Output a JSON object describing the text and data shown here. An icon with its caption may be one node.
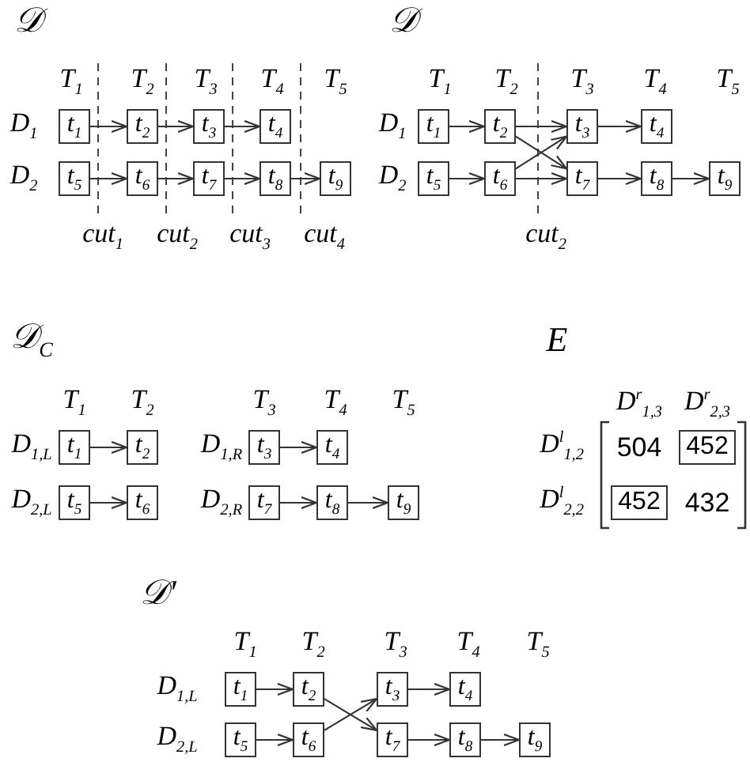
{
  "diagram": {
    "nodes": [
      {
        "text": [
          "t$_{1}$"
        ]
      },
      {
        "text": [
          "t$_{2}$"
        ]
      },
      {
        "text": [
          "t$_{3}$"
        ]
      },
      {
        "text": [
          "t$_{4}$"
        ]
      },
      {
        "text": [
          "t$_{5}$"
        ]
      },
      {
        "text": [
          "t$_{6}$"
        ]
      },
      {
        "text": [
          "t$_{7}$"
        ]
      },
      {
        "text": [
          "t$_{8}$"
        ]
      },
      {
        "text": [
          "t$_{9}$"
        ]
      },
      {
        "text": [
          "t$_{1}$"
        ]
      },
      {
        "text": [
          "t$_{2}$"
        ]
      },
      {
        "text": [
          "t$_{3}$"
        ]
      },
      {
        "text": [
          "t$_{4}$"
        ]
      },
      {
        "text": [
          "t$_{5}$"
        ]
      },
      {
        "text": [
          "t$_{6}$"
        ]
      },
      {
        "text": [
          "t$_{7}$"
        ]
      },
      {
        "text": [
          "t$_{8}$"
        ]
      },
      {
        "text": [
          "t$_{9}$"
        ]
      },
      {
        "text": [
          "t$_{1}$"
        ]
      },
      {
        "text": [
          "t$_{2}$"
        ]
      },
      {
        "text": [
          "t$_{3}$"
        ]
      },
      {
        "text": [
          "t$_{4}$"
        ]
      },
      {
        "text": [
          "t$_{5}$"
        ]
      },
      {
        "text": [
          "t$_{6}$"
        ]
      },
      {
        "text": [
          "t$_{7}$"
        ]
      },
      {
        "text": [
          "t$_{8}$"
        ]
      },
      {
        "text": [
          "t$_{9}$"
        ]
      },
      {
        "text": [
          "452"
        ]
      },
      {
        "text": [
          "452"
        ]
      },
      {
        "text": [
          "t$_{1}$"
        ]
      },
      {
        "text": [
          "t$_{2}$"
        ]
      },
      {
        "text": [
          "t$_{3}$"
        ]
      },
      {
        "text": [
          "t$_{4}$"
        ]
      },
      {
        "text": [
          "t$_{5}$"
        ]
      },
      {
        "text": [
          "t$_{6}$"
        ]
      },
      {
        "text": [
          "t$_{7}$"
        ]
      },
      {
        "text": [
          "t$_{8}$"
        ]
      },
      {
        "text": [
          "t$_{9}$"
        ]
      }
    ],
    "edges": [
      {
        "from": 0,
        "to": 1,
        "arrow": "to"
      },
      {
        "from": 1,
        "to": 2,
        "arrow": "to"
      },
      {
        "from": 2,
        "to": 3,
        "arrow": "to"
      },
      {
        "from": 4,
        "to": 5,
        "arrow": "to"
      },
      {
        "from": 5,
        "to": 6,
        "arrow": "to"
      },
      {
        "from": 6,
        "to": 7,
        "arrow": "to"
      },
      {
        "from": 7,
        "to": 8,
        "arrow": "to"
      },
      {
        "from": 9,
        "to": 10,
        "arrow": "to"
      },
      {
        "from": 10,
        "to": 11,
        "arrow": "to"
      },
      {
        "from": 10,
        "to": 15,
        "arrow": "to"
      },
      {
        "from": 11,
        "to": 12,
        "arrow": "to"
      },
      {
        "from": 13,
        "to": 14,
        "arrow": "to"
      },
      {
        "from": 14,
        "to": 11,
        "arrow": "to"
      },
      {
        "from": 14,
        "to": 15,
        "arrow": "to"
      },
      {
        "from": 15,
        "to": 16,
        "arrow": "to"
      },
      {
        "from": 16,
        "to": 17,
        "arrow": "to"
      },
      {
        "from": 18,
        "to": 19,
        "arrow": "to"
      },
      {
        "from": 20,
        "to": 21,
        "arrow": "to"
      },
      {
        "from": 22,
        "to": 23,
        "arrow": "to"
      },
      {
        "from": 24,
        "to": 25,
        "arrow": "to"
      },
      {
        "from": 25,
        "to": 26,
        "arrow": "to"
      },
      {
        "from": 29,
        "to": 30,
        "arrow": "to"
      },
      {
        "from": 30,
        "to": 35,
        "arrow": "to"
      },
      {
        "from": 31,
        "to": 32,
        "arrow": "to"
      },
      {
        "from": 33,
        "to": 34,
        "arrow": "to"
      },
      {
        "from": 34,
        "to": 31,
        "arrow": "to"
      },
      {
        "from": 35,
        "to": 36,
        "arrow": "to"
      },
      {
        "from": 36,
        "to": 37,
        "arrow": "to"
      }
    ],
    "labels": [
      "𝒟",
      "𝒟",
      "T$_{1}$",
      "T$_{2}$",
      "T$_{3}$",
      "T$_{4}$",
      "T$_{5}$",
      "T$_{1}$",
      "T$_{2}$",
      "T$_{3}$",
      "T$_{4}$",
      "T$_{5}$",
      "D$_{1}$",
      "D$_{2}$",
      "D$_{1}$",
      "D$_{2}$",
      "cut$_{1}$",
      "cut$_{2}$",
      "cut$_{3}$",
      "cut$_{4}$",
      "cut$_{2}$",
      "𝒟$_{C}$",
      "E",
      "T$_{1}$",
      "T$_{2}$",
      "T$_{3}$",
      "T$_{4}$",
      "T$_{5}$",
      "D$^{r}$$_{1,3}$",
      "D$^{r}$$_{2,3}$",
      "D$_{1,L}$",
      "D$_{1,R}$",
      "D$^{l}$$_{1,2}$",
      "504",
      "D$_{2,L}$",
      "D$_{2,R}$",
      "D$^{l}$$_{2,2}$",
      "432",
      "𝒟′",
      "T$_{1}$",
      "T$_{2}$",
      "T$_{3}$",
      "T$_{4}$",
      "T$_{5}$",
      "D$_{1,L}$",
      "D$_{2,L}$"
    ]
  }
}
